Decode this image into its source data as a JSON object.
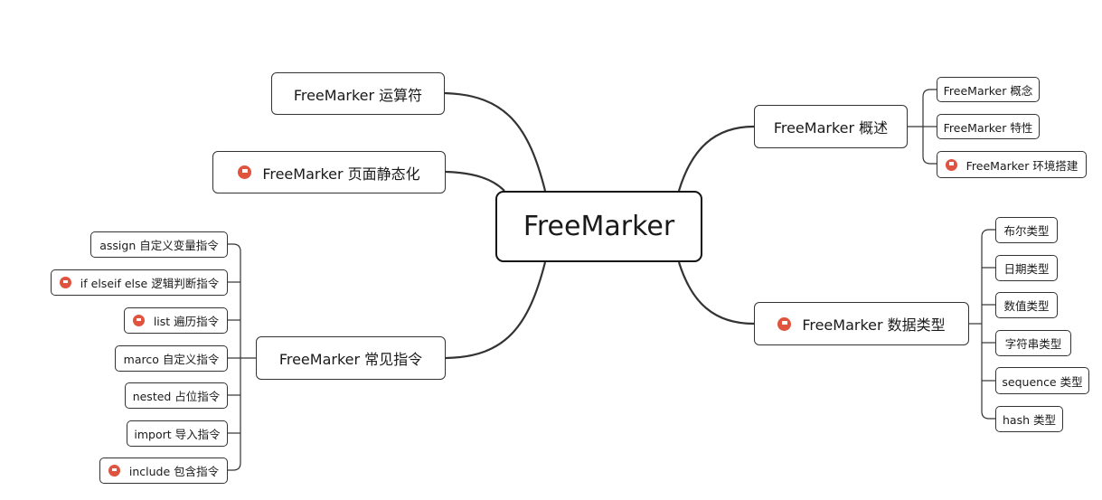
{
  "root": {
    "label": "FreeMarker"
  },
  "topics": {
    "operators": {
      "label": "FreeMarker 运算符"
    },
    "static_page": {
      "label": "FreeMarker 页面静态化",
      "flag": "flag-icon"
    },
    "directives": {
      "label": "FreeMarker 常见指令",
      "children": [
        {
          "label": "assign 自定义变量指令"
        },
        {
          "label": "if elseif else 逻辑判断指令",
          "flag": "flag-icon"
        },
        {
          "label": "list 遍历指令",
          "flag": "flag-icon"
        },
        {
          "label": "marco 自定义指令"
        },
        {
          "label": "nested 占位指令"
        },
        {
          "label": "import 导入指令"
        },
        {
          "label": "include 包含指令",
          "flag": "flag-icon"
        }
      ]
    },
    "overview": {
      "label": "FreeMarker 概述",
      "children": [
        {
          "label": "FreeMarker 概念"
        },
        {
          "label": "FreeMarker 特性"
        },
        {
          "label": "FreeMarker 环境搭建",
          "flag": "flag-icon"
        }
      ]
    },
    "data_types": {
      "label": "FreeMarker 数据类型",
      "flag": "flag-icon",
      "children": [
        {
          "label": "布尔类型"
        },
        {
          "label": "日期类型"
        },
        {
          "label": "数值类型"
        },
        {
          "label": "字符串类型"
        },
        {
          "label": "sequence 类型"
        },
        {
          "label": "hash 类型"
        }
      ]
    }
  },
  "colors": {
    "flag": "#e0533f",
    "line": "#333333",
    "border": "#333333"
  }
}
